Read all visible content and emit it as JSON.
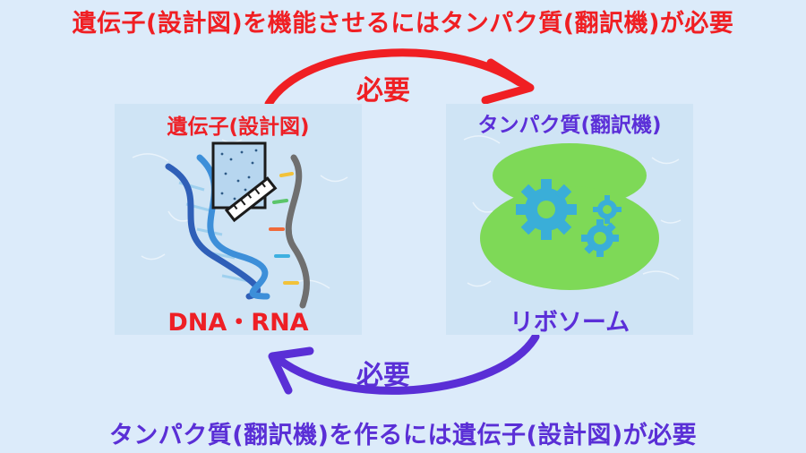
{
  "headline_top": "遺伝子(設計図)を機能させるにはタンパク質(翻訳機)が必要",
  "headline_bottom": "タンパク質(翻訳機)を作るには遺伝子(設計図)が必要",
  "arrow_top_label": "必要",
  "arrow_bottom_label": "必要",
  "left_panel": {
    "title": "遺伝子(設計図)",
    "caption": "DNA・RNA",
    "icons": [
      "dna-helix-icon",
      "blueprint-icon",
      "ruler-icon"
    ]
  },
  "right_panel": {
    "title": "タンパク質(翻訳機)",
    "caption": "リボソーム",
    "icons": [
      "ribosome-icon",
      "gears-icon"
    ]
  },
  "colors": {
    "red": "#f01f23",
    "purple": "#5a2fd6",
    "background": "#dcebfa",
    "panel": "#cfe4f5",
    "ribosome_green": "#7ed957",
    "gear_teal": "#3aaed8"
  }
}
